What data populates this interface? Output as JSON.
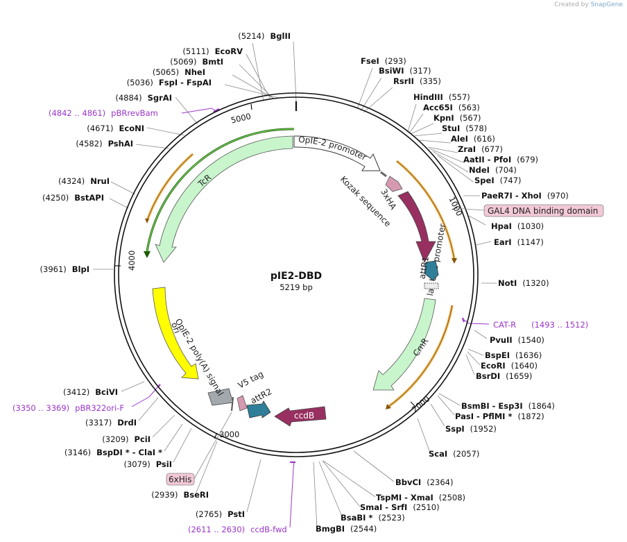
{
  "credit": {
    "prefix": "Created by",
    "brand": "SnapGene"
  },
  "plasmid": {
    "name": "pIE2-DBD",
    "size": "5219 bp"
  },
  "ticks": [
    "5000",
    "1000",
    "2000",
    "3000",
    "4000"
  ],
  "sites_right": [
    {
      "name": "FseI",
      "pos": "(293)"
    },
    {
      "name": "BsiWI",
      "pos": "(317)"
    },
    {
      "name": "RsrII",
      "pos": "(335)"
    },
    {
      "name": "HindIII",
      "pos": "(557)"
    },
    {
      "name": "Acc65I",
      "pos": "(563)"
    },
    {
      "name": "KpnI",
      "pos": "(567)"
    },
    {
      "name": "StuI",
      "pos": "(578)"
    },
    {
      "name": "AleI",
      "pos": "(616)"
    },
    {
      "name": "ZraI",
      "pos": "(677)"
    },
    {
      "name": "AatII - PfoI",
      "pos": "(679)"
    },
    {
      "name": "NdeI",
      "pos": "(704)"
    },
    {
      "name": "SpeI",
      "pos": "(747)"
    },
    {
      "name": "PaeR7I - XhoI",
      "pos": "(970)"
    },
    {
      "name": "HpaI",
      "pos": "(1030)"
    },
    {
      "name": "EarI",
      "pos": "(1147)"
    },
    {
      "name": "NotI",
      "pos": "(1320)"
    },
    {
      "name": "PvuII",
      "pos": "(1540)"
    },
    {
      "name": "BspEI",
      "pos": "(1636)"
    },
    {
      "name": "EcoRI",
      "pos": "(1640)"
    },
    {
      "name": "BsrDI",
      "pos": "(1659)"
    },
    {
      "name": "BsmBI - Esp3I",
      "pos": "(1864)"
    },
    {
      "name": "PasI - PflMI *",
      "pos": "(1872)"
    },
    {
      "name": "SspI",
      "pos": "(1952)"
    },
    {
      "name": "ScaI",
      "pos": "(2057)"
    },
    {
      "name": "BbvCI",
      "pos": "(2364)"
    },
    {
      "name": "TspMI - XmaI",
      "pos": "(2508)"
    },
    {
      "name": "SmaI - SrfI",
      "pos": "(2510)"
    },
    {
      "name": "BsaBI *",
      "pos": "(2523)"
    },
    {
      "name": "BmgBI",
      "pos": "(2544)"
    }
  ],
  "sites_left": [
    {
      "name": "BglII",
      "pos": "(5214)"
    },
    {
      "name": "EcoRV",
      "pos": "(5111)"
    },
    {
      "name": "BmtI",
      "pos": "(5069)"
    },
    {
      "name": "NheI",
      "pos": "(5065)"
    },
    {
      "name": "FspI - FspAI",
      "pos": "(5036)"
    },
    {
      "name": "SgrAI",
      "pos": "(4884)"
    },
    {
      "name": "EcoNI",
      "pos": "(4671)"
    },
    {
      "name": "PshAI",
      "pos": "(4582)"
    },
    {
      "name": "NruI",
      "pos": "(4324)"
    },
    {
      "name": "BstAPI",
      "pos": "(4250)"
    },
    {
      "name": "BlpI",
      "pos": "(3961)"
    },
    {
      "name": "BciVI",
      "pos": "(3412)"
    },
    {
      "name": "DrdI",
      "pos": "(3317)"
    },
    {
      "name": "PciI",
      "pos": "(3209)"
    },
    {
      "name": "BspDI * - ClaI *",
      "pos": "(3146)"
    },
    {
      "name": "PsiI",
      "pos": "(3079)"
    },
    {
      "name": "BseRI",
      "pos": "(2939)"
    },
    {
      "name": "PstI",
      "pos": "(2765)"
    }
  ],
  "primers": [
    {
      "range": "(4842 .. 4861)",
      "name": "pBRrevBam"
    },
    {
      "range": "(1493 .. 1512)",
      "name": "CAT-R"
    },
    {
      "range": "(3350 .. 3369)",
      "name": "pBR322ori-F"
    },
    {
      "range": "(2611 .. 2630)",
      "name": "ccdB-fwd"
    }
  ],
  "boxed_features": [
    "GAL4 DNA binding domain",
    "6xHis"
  ],
  "features": {
    "opie2": "OpIE-2 promoter",
    "kozak": "Kozak sequence",
    "ha": "3xHA",
    "lacuv5": "lac UV5 promoter",
    "attr1": "attR1",
    "cmr": "CmR",
    "ccdb": "ccdB",
    "attr2": "attR2",
    "v5": "V5 tag",
    "polya": "OpIE-2 poly(A) signal",
    "ori": "ori",
    "tcr": "TcR"
  },
  "colors": {
    "backbone": "#111111",
    "feature_green": "#c8f5cc",
    "ori_yellow": "#ffff00",
    "dark_red": "#973060",
    "teal": "#2f7f9a",
    "pink": "#d59ab1",
    "grey": "#a3a8ad",
    "orange": "#e8a020",
    "primer": "#9a35c9"
  }
}
